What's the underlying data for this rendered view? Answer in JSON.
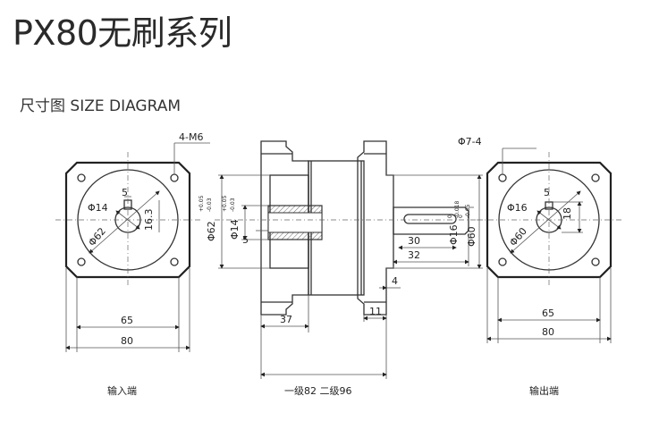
{
  "header": {
    "title": "PX80无刷系列",
    "subtitle": "尺寸图 SIZE DIAGRAM"
  },
  "input_view": {
    "caption": "输入端",
    "holes": "4-M6",
    "bore": "Φ14",
    "key": "5",
    "key_depth": "16.3",
    "pcd": "Φ62",
    "inner": "65",
    "outer": "80"
  },
  "side_view": {
    "caption": "一级82  二级96",
    "d_pilot": "Φ62",
    "d_pilot_tol_upper": "+0.05",
    "d_pilot_tol_lower": "-0.03",
    "d_bore": "Φ14",
    "d_bore_tol_upper": "+0.05",
    "d_bore_tol_lower": "-0.03",
    "key": "5",
    "input_len": "37",
    "flange": "11",
    "flange_gap": "4",
    "shaft_key_len": "30",
    "shaft_len": "32",
    "d_shaft": "Φ16",
    "d_shaft_tol_upper": "0",
    "d_shaft_tol_lower": "-0.018",
    "d_output_pilot": "Φ60",
    "d_output_pilot_tol_upper": "0",
    "d_output_pilot_tol_lower": "-0.05"
  },
  "output_view": {
    "caption": "输出端",
    "holes": "Φ7-4",
    "shaft": "Φ16",
    "key": "5",
    "key_height": "18",
    "pcd": "Φ60",
    "inner": "65",
    "outer": "80"
  }
}
